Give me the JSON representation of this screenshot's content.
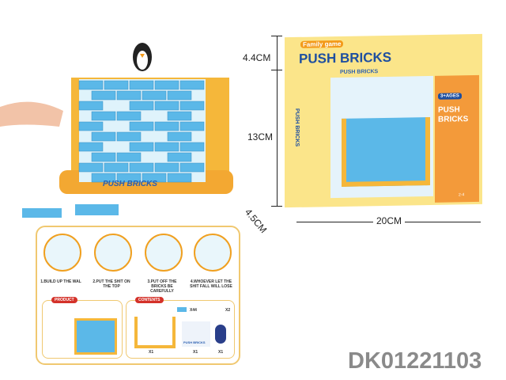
{
  "toy": {
    "base_label": "PUSH BRICKS"
  },
  "box": {
    "subtitle": "Family game",
    "title": "PUSH BRICKS",
    "side_title": "PUSH BRICKS",
    "top_label": "PUSH BRICKS",
    "age_badge": "3+AGES",
    "side_panel_title_1": "PUSH",
    "side_panel_title_2": "BRICKS",
    "players": "2-4"
  },
  "dimensions": {
    "height_top": "4.4CM",
    "height": "13CM",
    "depth": "4.5CM",
    "width": "20CM"
  },
  "instructions": {
    "steps": [
      "1.BUILD UP THE WAL",
      "2.PUT THE SHIT ON THE TOP",
      "3.PUT OFF THE BRICKS BE CAREFULLY",
      "4.WHOEVER LET THE SHIT FALL WILL LOSE"
    ],
    "product_tag": "PRODUCT",
    "contents_tag": "CONTENTS",
    "contents": [
      {
        "item": "bricks",
        "qty": "X44"
      },
      {
        "item": "pusher",
        "qty": "X2"
      },
      {
        "item": "frame",
        "qty": "X1"
      },
      {
        "item": "card",
        "qty": "X1"
      },
      {
        "item": "penguin",
        "qty": "X1"
      }
    ],
    "card_label": "PUSH BRICKS"
  },
  "product_code": "DK01221103",
  "colors": {
    "brick": "#5bb8e8",
    "frame": "#f5b73a",
    "box": "#fbe58a",
    "code": "#8a8a8a"
  }
}
